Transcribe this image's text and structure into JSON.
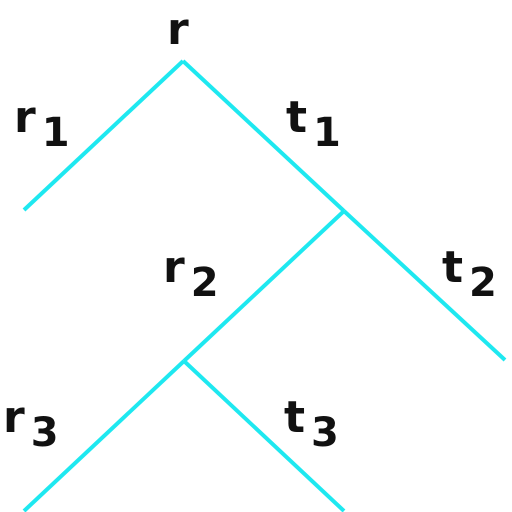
{
  "diagram": {
    "edge_color": "#1ee8f0",
    "labels": {
      "root": {
        "base": "r",
        "sub": ""
      },
      "left1": {
        "base": "r",
        "sub": "1"
      },
      "right1": {
        "base": "t",
        "sub": "1"
      },
      "left2": {
        "base": "r",
        "sub": "2"
      },
      "right2": {
        "base": "t",
        "sub": "2"
      },
      "left3": {
        "base": "r",
        "sub": "3"
      },
      "right3": {
        "base": "t",
        "sub": "3"
      }
    }
  }
}
